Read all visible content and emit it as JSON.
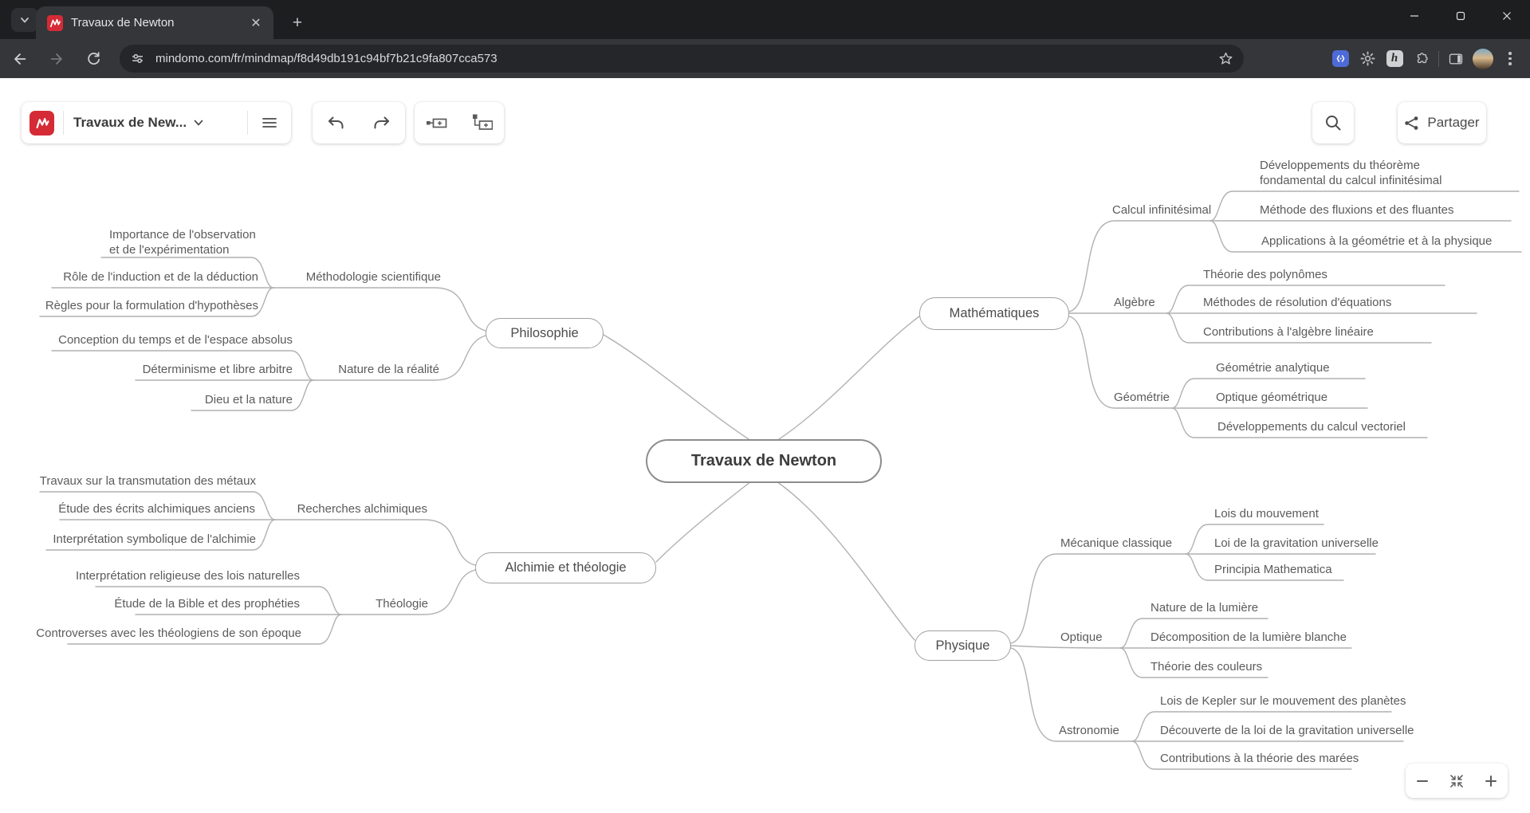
{
  "browser": {
    "tab_title": "Travaux de Newton",
    "url": "mindomo.com/fr/mindmap/f8d49db191c94bf7b21c9fa807cca573"
  },
  "app_toolbar": {
    "map_title": "Travaux de New...",
    "share_label": "Partager"
  },
  "colors": {
    "brand_red": "#d42b36",
    "connector_gray": "#b1b1b1",
    "node_border_gray": "#9c9c9c"
  },
  "icons": {
    "left": [
      "mindomo-logo",
      "chevron-down-icon",
      "hamburger-menu-icon",
      "undo-icon",
      "redo-icon",
      "insert-topic-icon",
      "insert-subtopic-icon"
    ],
    "right": [
      "search-icon",
      "share-icon"
    ],
    "zoom": [
      "zoom-out-icon",
      "fit-screen-icon",
      "zoom-in-icon"
    ]
  },
  "mindmap": {
    "root_label": "Travaux de Newton",
    "branches": {
      "philosophie": {
        "label": "Philosophie",
        "children": [
          {
            "label": "Méthodologie scientifique",
            "items": [
              "Importance de l'observation\net de l'expérimentation",
              "Rôle de l'induction et de la déduction",
              "Règles pour la formulation d'hypothèses"
            ]
          },
          {
            "label": "Nature de la réalité",
            "items": [
              "Conception du temps et de l'espace absolus",
              "Déterminisme et libre arbitre",
              "Dieu et la nature"
            ]
          }
        ]
      },
      "mathematiques": {
        "label": "Mathématiques",
        "children": [
          {
            "label": "Calcul infinitésimal",
            "items": [
              "Développements du théorème\nfondamental du calcul infinitésimal",
              "Méthode des fluxions et des fluantes",
              "Applications à la géométrie et à la physique"
            ]
          },
          {
            "label": "Algèbre",
            "items": [
              "Théorie des polynômes",
              "Méthodes de résolution d'équations",
              "Contributions à l'algèbre linéaire"
            ]
          },
          {
            "label": "Géométrie",
            "items": [
              "Géométrie analytique",
              "Optique géométrique",
              "Développements du calcul vectoriel"
            ]
          }
        ]
      },
      "alchimie": {
        "label": "Alchimie et théologie",
        "children": [
          {
            "label": "Recherches alchimiques",
            "items": [
              "Travaux sur la transmutation des métaux",
              "Étude des écrits alchimiques anciens",
              "Interprétation symbolique de l'alchimie"
            ]
          },
          {
            "label": "Théologie",
            "items": [
              "Interprétation religieuse des lois naturelles",
              "Étude de la Bible et des prophéties",
              "Controverses avec les théologiens de son époque"
            ]
          }
        ]
      },
      "physique": {
        "label": "Physique",
        "children": [
          {
            "label": "Mécanique classique",
            "items": [
              "Lois du mouvement",
              "Loi de la gravitation universelle",
              "Principia Mathematica"
            ]
          },
          {
            "label": "Optique",
            "items": [
              "Nature de la lumière",
              "Décomposition de la lumière blanche",
              "Théorie des couleurs"
            ]
          },
          {
            "label": "Astronomie",
            "items": [
              "Lois de Kepler sur le mouvement des planètes",
              "Découverte de la loi de la gravitation universelle",
              "Contributions à la théorie des marées"
            ]
          }
        ]
      }
    }
  }
}
